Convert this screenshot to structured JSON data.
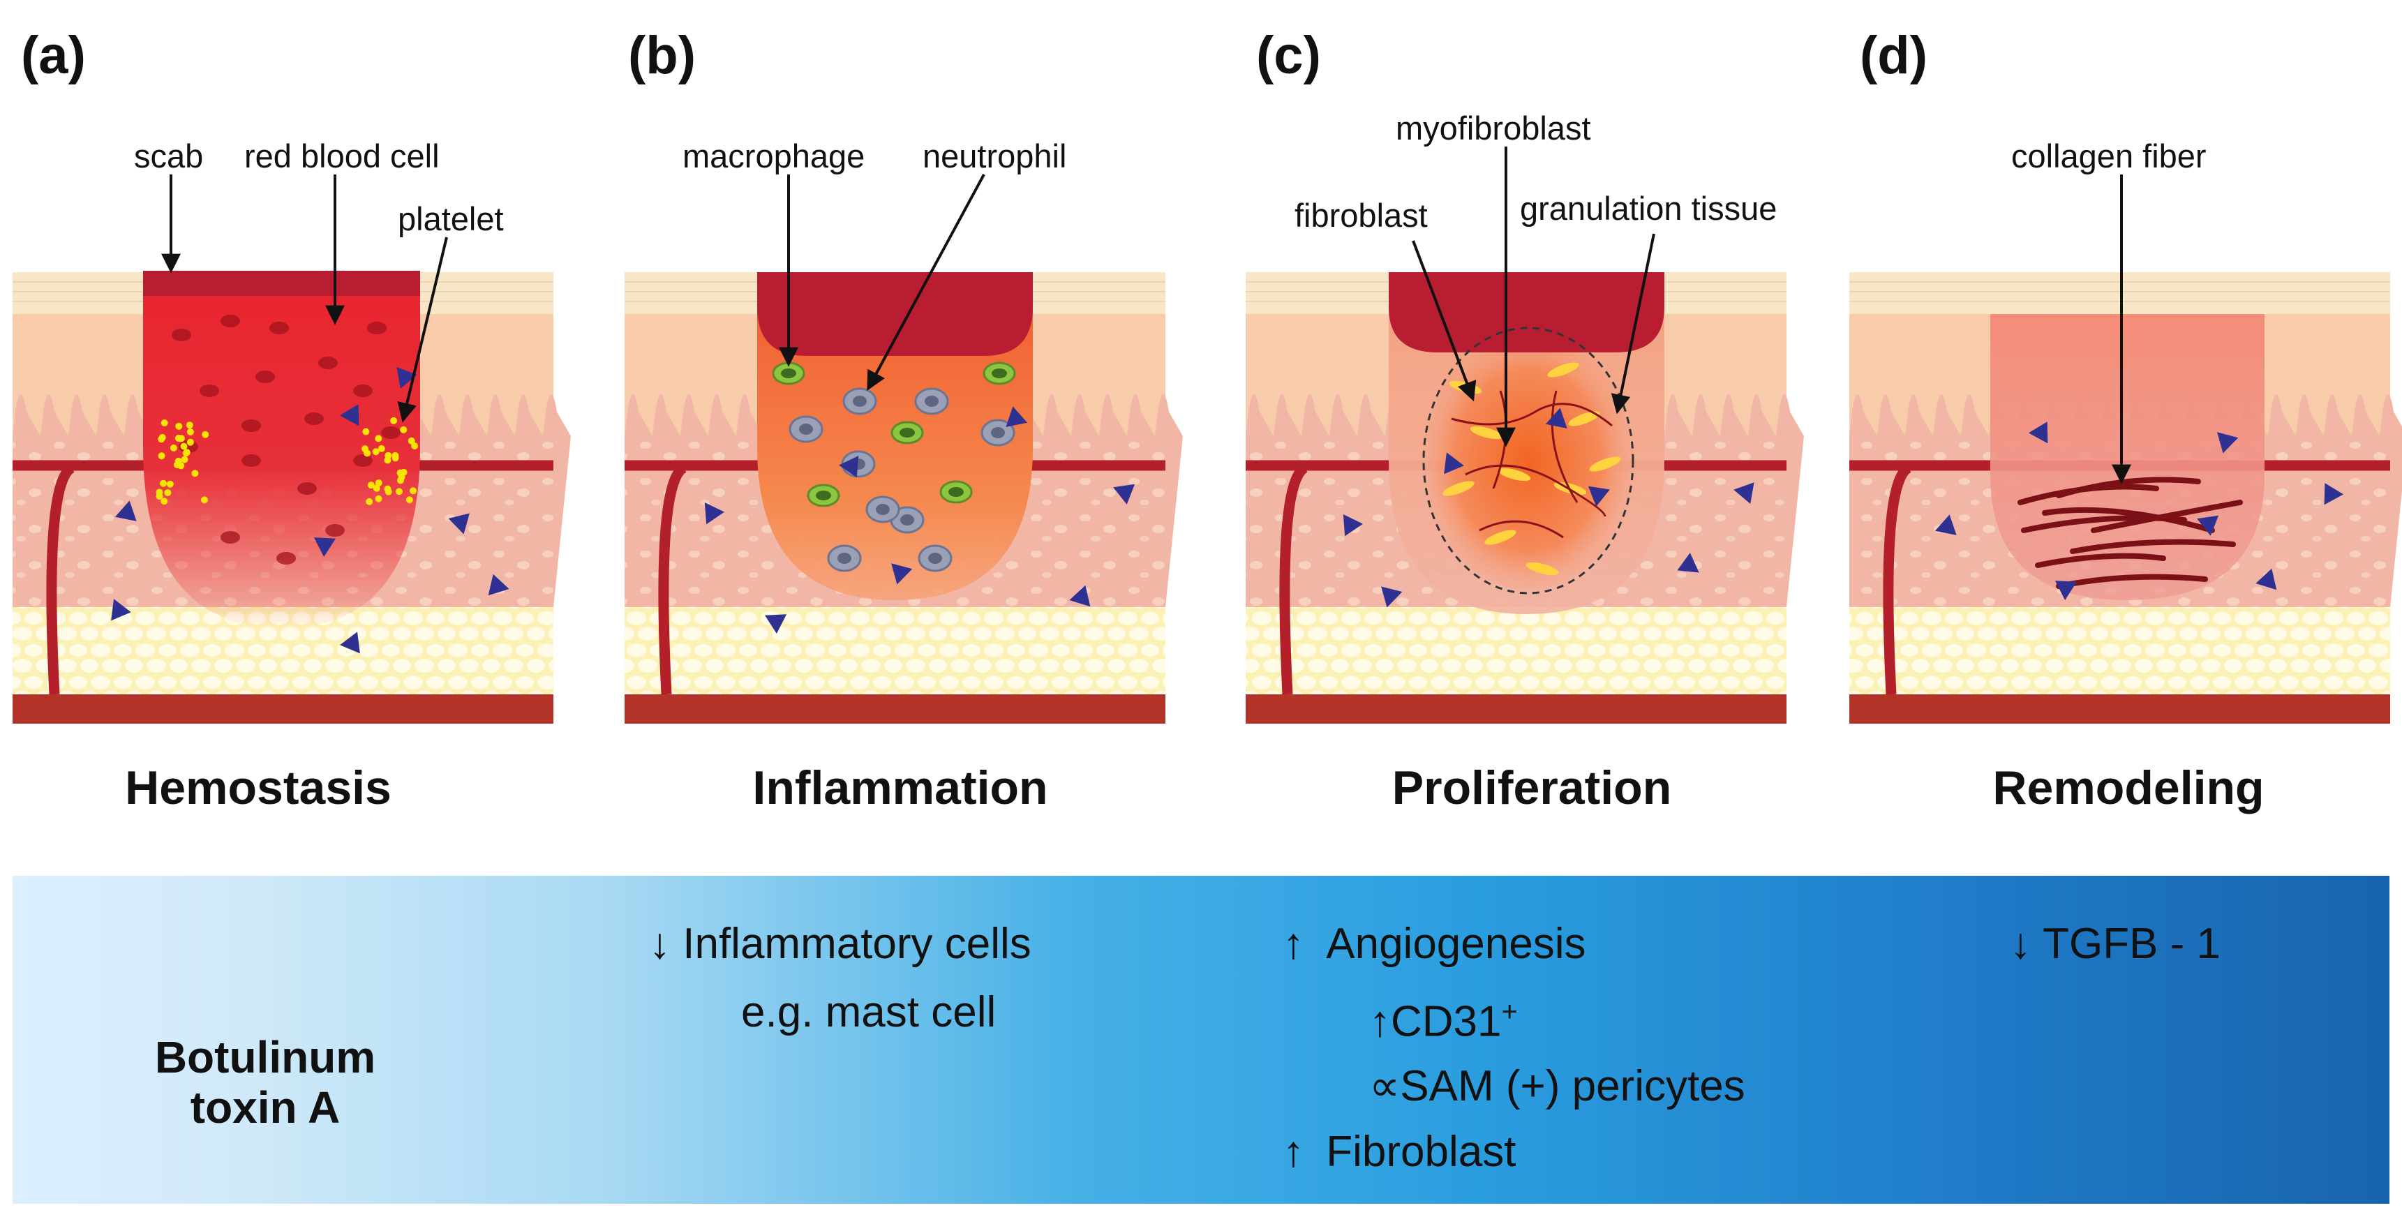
{
  "panels": [
    {
      "letter": "(a)",
      "stage": "Hemostasis",
      "labels": [
        "scab",
        "red blood cell",
        "platelet"
      ]
    },
    {
      "letter": "(b)",
      "stage": "Inflammation",
      "labels": [
        "macrophage",
        "neutrophil"
      ]
    },
    {
      "letter": "(c)",
      "stage": "Proliferation",
      "labels": [
        "myofibroblast",
        "fibroblast",
        "granulation tissue"
      ]
    },
    {
      "letter": "(d)",
      "stage": "Remodeling",
      "labels": [
        "collagen fiber"
      ]
    }
  ],
  "legend": {
    "line1": "Botulinum",
    "line2": "toxin A"
  },
  "effects": {
    "inflammation_line1": "Inflammatory cells",
    "inflammation_line2": "e.g. mast cell",
    "angiogenesis": "Angiogenesis",
    "cd31": "CD31",
    "cd31_sup": "+",
    "sam": "∝SAM (+) pericytes",
    "fibroblast": "Fibroblast",
    "tgfb": "TGFB - 1"
  },
  "arrows": {
    "up": "↑",
    "down": "↓"
  },
  "colors": {
    "toxin": "#2e3192",
    "vessel": "#b3202a",
    "scab": "#b81d32",
    "epidermis": "#f7e6c8",
    "dermis": "#f8ccaa",
    "dermis_lower": "#f2b6a6",
    "fat": "#fbf1b4",
    "muscle": "#b43328"
  }
}
